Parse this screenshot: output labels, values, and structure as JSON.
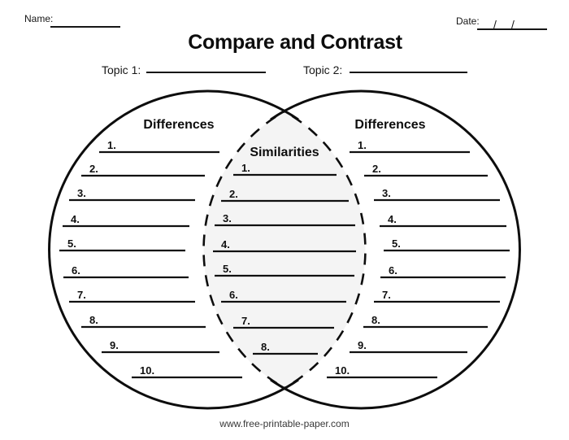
{
  "header": {
    "name_label": "Name:",
    "title": "Compare and Contrast",
    "date_label": "Date:",
    "date_separator": "/"
  },
  "topics": {
    "topic1_label": "Topic 1:",
    "topic2_label": "Topic 2:"
  },
  "venn": {
    "left": {
      "heading": "Differences",
      "items": [
        "1.",
        "2.",
        "3.",
        "4.",
        "5.",
        "6.",
        "7.",
        "8.",
        "9.",
        "10."
      ]
    },
    "center": {
      "heading": "Similarities",
      "items": [
        "1.",
        "2.",
        "3.",
        "4.",
        "5.",
        "6.",
        "7.",
        "8."
      ]
    },
    "right": {
      "heading": "Differences",
      "items": [
        "1.",
        "2.",
        "3.",
        "4.",
        "5.",
        "6.",
        "7.",
        "8.",
        "9.",
        "10."
      ]
    }
  },
  "footer": {
    "url": "www.free-printable-paper.com"
  },
  "colors": {
    "ink": "#101010",
    "lens_fill": "#f4f4f4"
  }
}
